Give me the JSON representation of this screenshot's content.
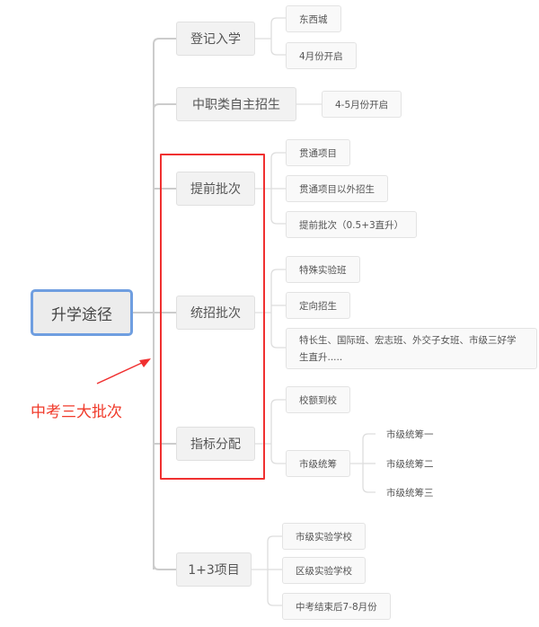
{
  "mindmap": {
    "root": {
      "label": "升学途径",
      "border_color": "#6f9ee0"
    },
    "branches": [
      {
        "label": "登记入学",
        "children": [
          {
            "label": "东西城"
          },
          {
            "label": "4月份开启"
          }
        ]
      },
      {
        "label": "中职类自主招生",
        "children": [
          {
            "label": "4-5月份开启"
          }
        ]
      },
      {
        "label": "提前批次",
        "children": [
          {
            "label": "贯通项目"
          },
          {
            "label": "贯通项目以外招生"
          },
          {
            "label": "提前批次（0.5+3直升）"
          }
        ]
      },
      {
        "label": "统招批次",
        "children": [
          {
            "label": "特殊实验班"
          },
          {
            "label": "定向招生"
          },
          {
            "label": "特长生、国际班、宏志班、外交子女班、市级三好学生直升....."
          }
        ]
      },
      {
        "label": "指标分配",
        "children": [
          {
            "label": "校额到校"
          },
          {
            "label": "市级统筹",
            "children": [
              {
                "label": "市级统筹一"
              },
              {
                "label": "市级统筹二"
              },
              {
                "label": "市级统筹三"
              }
            ]
          }
        ]
      },
      {
        "label": "1+3项目",
        "children": [
          {
            "label": "市级实验学校"
          },
          {
            "label": "区级实验学校"
          },
          {
            "label": "中考结束后7-8月份"
          }
        ]
      }
    ]
  },
  "annotation": {
    "label": "中考三大批次",
    "color": "#f03a2a",
    "highlight_color": "#f03030"
  },
  "colors": {
    "line": "#cccccc",
    "node_bg": "#f2f2f2",
    "leaf_bg": "#f9f9f9"
  }
}
